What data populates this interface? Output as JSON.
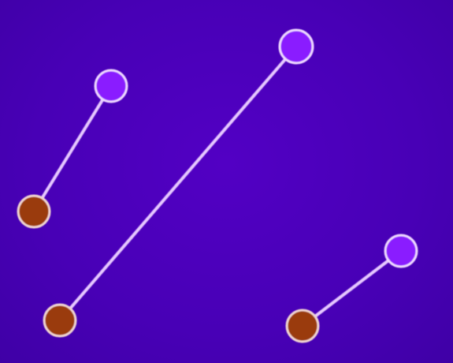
{
  "palette": {
    "background": "#4a00b8",
    "connector": "#e6c8ff",
    "top_node_fill": "#8a1dff",
    "top_node_stroke": "#efd8ff",
    "bottom_node_fill": "#9a3a08",
    "bottom_node_stroke": "#f0d4d0"
  },
  "connections": [
    {
      "id": "left-pair",
      "top_node": "small-violet-circle",
      "bottom_node": "small-brown-circle"
    },
    {
      "id": "center-pair",
      "top_node": "small-violet-circle",
      "bottom_node": "small-brown-circle"
    },
    {
      "id": "right-pair",
      "top_node": "small-violet-circle",
      "bottom_node": "small-brown-circle"
    }
  ]
}
